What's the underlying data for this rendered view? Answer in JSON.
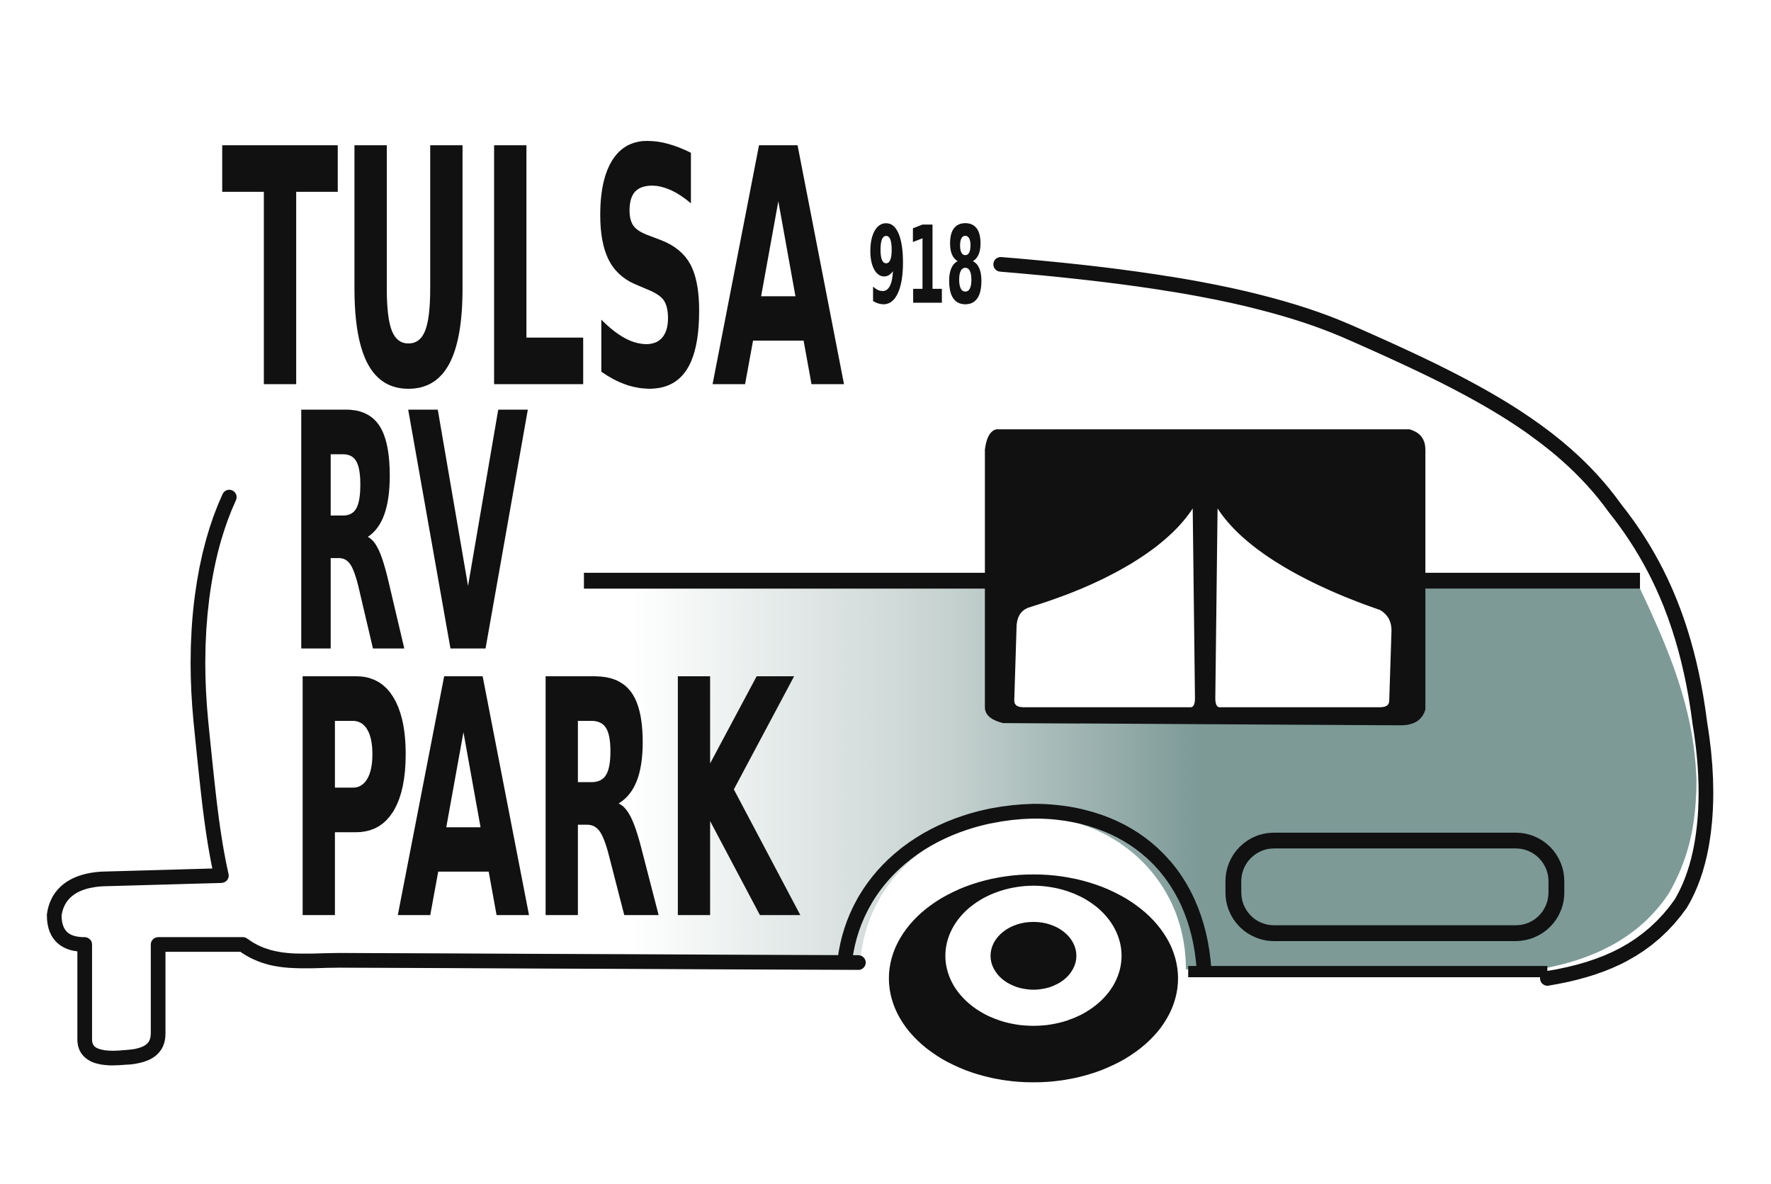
{
  "logo": {
    "line1": "TULSA",
    "area_code": "918",
    "line2": "RV",
    "line3": "PARK"
  },
  "colors": {
    "ink": "#111111",
    "body_tint": "#7d9a97",
    "background": "#ffffff",
    "window_fill": "#111111"
  },
  "icons": {
    "trailer": "teardrop-trailer-icon",
    "wheel": "wheel-icon"
  }
}
